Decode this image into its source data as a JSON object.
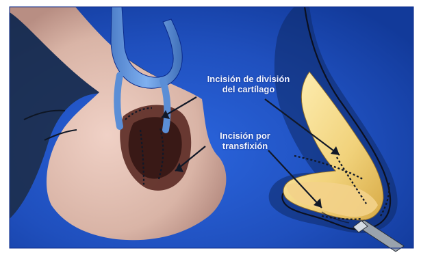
{
  "figure": {
    "labels": {
      "cartilage_split_incision": {
        "line1": "Incisión de división",
        "line2": "del cartílago"
      },
      "transfixion_incision": {
        "line1": "Incisión por",
        "line2": "transfixión"
      }
    },
    "colors": {
      "background": "#1f4fbd",
      "background_dark": "#123a9a",
      "skin": "#d9b4a6",
      "skin_shadow": "#b88e83",
      "instrument": "#5b8ed6",
      "cartilage": "#f1d27b",
      "cartilage_light": "#fff1b8",
      "label_text": "#f3f6ff",
      "line": "#111827"
    },
    "icons": [
      "retractor-icon",
      "surgical-instrument-icon"
    ]
  }
}
